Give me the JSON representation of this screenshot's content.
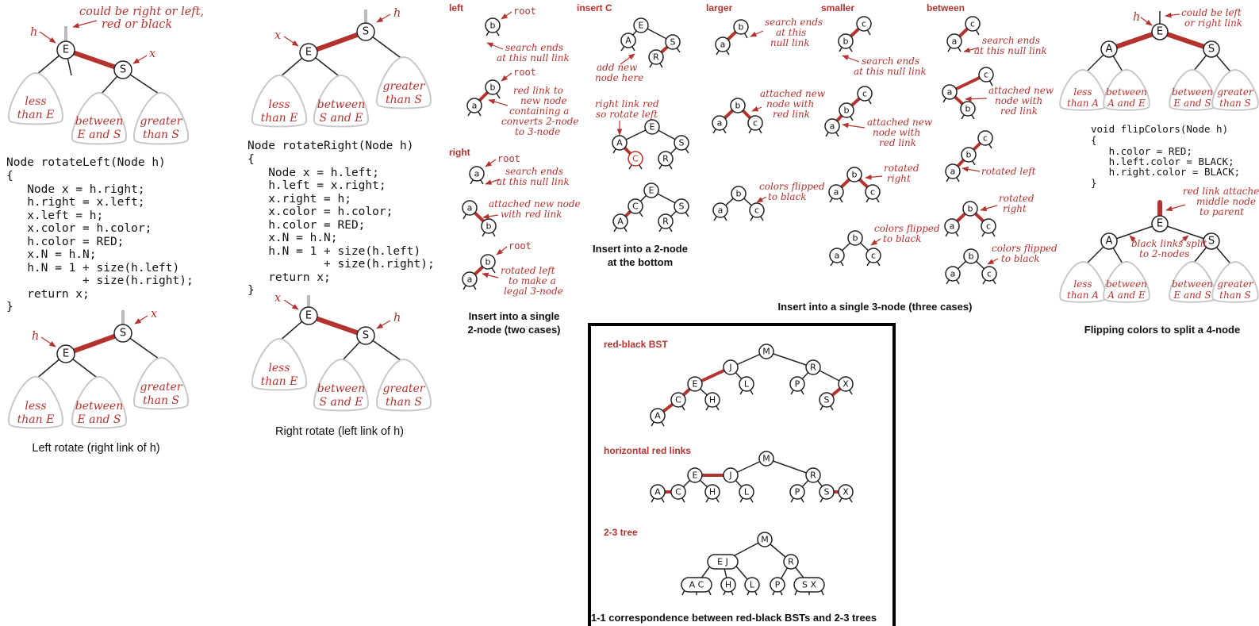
{
  "colors": {
    "red_link": "#b3332e",
    "annotation": "#b3332e",
    "text": "#111111",
    "subtree_outline": "#c8c8c8",
    "frame": "#000000"
  },
  "left_rotate": {
    "labels": {
      "h": "h",
      "x": "x",
      "top_note_1": "could be right or left,",
      "top_note_2": "red or black"
    },
    "nodes": {
      "E": "E",
      "S": "S"
    },
    "subtrees": [
      [
        "less",
        "than E"
      ],
      [
        "between",
        "E and S"
      ],
      [
        "greater",
        "than S"
      ]
    ],
    "code": [
      "Node rotateLeft(Node h)",
      "{",
      "   Node x = h.right;",
      "   h.right = x.left;",
      "   x.left = h;",
      "   x.color = h.color;",
      "   h.color = RED;",
      "   x.N = h.N;",
      "   h.N = 1 + size(h.left)",
      "           + size(h.right);",
      "   return x;",
      "}"
    ],
    "caption": "Left rotate (right link of h)"
  },
  "right_rotate": {
    "labels": {
      "h": "h",
      "x": "x"
    },
    "nodes": {
      "E": "E",
      "S": "S"
    },
    "subtrees_before": [
      [
        "less",
        "than E"
      ],
      [
        "between",
        "S and E"
      ],
      [
        "greater",
        "than S"
      ]
    ],
    "subtrees_after": [
      [
        "less",
        "than E"
      ],
      [
        "between",
        "S and E"
      ],
      [
        "greater",
        "than S"
      ]
    ],
    "code": [
      "Node rotateRight(Node h)",
      "{",
      "   Node x = h.left;",
      "   h.left = x.right;",
      "   x.right = h;",
      "   x.color = h.color;",
      "   h.color = RED;",
      "   x.N = h.N;",
      "   h.N = 1 + size(h.left)",
      "           + size(h.right);",
      "   return x;",
      "}"
    ],
    "caption": "Right rotate (left link of h)"
  },
  "insert_2node": {
    "left_title": "left",
    "right_title": "right",
    "root": "root",
    "notes": {
      "search_null": [
        "search ends",
        "at this null link"
      ],
      "red_link_new": [
        "red link to",
        "new node",
        "containing a",
        "converts 2-node",
        "to 3-node"
      ],
      "attached_red": [
        "attached new node",
        "with red link"
      ],
      "rotated_left": [
        "rotated left",
        "to make a",
        "legal 3-node"
      ]
    },
    "nodes": {
      "a": "a",
      "b": "b"
    },
    "caption": [
      "Insert into a single",
      "2-node (two cases)"
    ]
  },
  "insert_c": {
    "title": "insert C",
    "notes": {
      "add_new": [
        "add new",
        "node here"
      ],
      "right_red": [
        "right link red",
        "so rotate left"
      ]
    },
    "nodes": {
      "A": "A",
      "C": "C",
      "E": "E",
      "R": "R",
      "S": "S"
    },
    "caption": [
      "Insert into a 2-node",
      "at the bottom"
    ]
  },
  "insert_3node": {
    "titles": {
      "larger": "larger",
      "smaller": "smaller",
      "between": "between"
    },
    "notes": {
      "search_null": [
        "search ends",
        "at this",
        "null link"
      ],
      "search_null_2": [
        "search ends",
        "at this null link"
      ],
      "attached": [
        "attached new",
        "node with",
        "red link"
      ],
      "colors_flipped": [
        "colors flipped",
        "to black"
      ],
      "rotated_right": [
        "rotated",
        "right"
      ],
      "rotated_left": "rotated left"
    },
    "nodes": {
      "a": "a",
      "b": "b",
      "c": "c"
    },
    "caption": "Insert into a single 3-node (three cases)"
  },
  "flip_colors": {
    "labels": {
      "h": "h",
      "note_1": "could be left",
      "note_2": "or right link"
    },
    "nodes": {
      "A": "A",
      "E": "E",
      "S": "S"
    },
    "subtrees": [
      [
        "less",
        "than A"
      ],
      [
        "between",
        "A and E"
      ],
      [
        "between",
        "E and S"
      ],
      [
        "greater",
        "than S"
      ]
    ],
    "code": [
      "void flipColors(Node h)",
      "{",
      "   h.color = RED;",
      "   h.left.color = BLACK;",
      "   h.right.color = BLACK;",
      "}"
    ],
    "notes": {
      "red_attach": [
        "red link attaches",
        "middle node",
        "to parent"
      ],
      "black_split": [
        "black links split",
        "to 2-nodes"
      ]
    },
    "caption": "Flipping colors to split a 4-node"
  },
  "correspondence": {
    "titles": {
      "rb": "red-black BST",
      "horizontal": "horizontal red links",
      "tt": "2-3 tree"
    },
    "nodes": {
      "M": "M",
      "J": "J",
      "R": "R",
      "E": "E",
      "L": "L",
      "P": "P",
      "X": "X",
      "C": "C",
      "H": "H",
      "S": "S",
      "A": "A",
      "EJ": "E J",
      "AC": "A C",
      "SX": "S X"
    },
    "caption": "1-1 correspondence between red-black BSTs and 2-3 trees"
  }
}
